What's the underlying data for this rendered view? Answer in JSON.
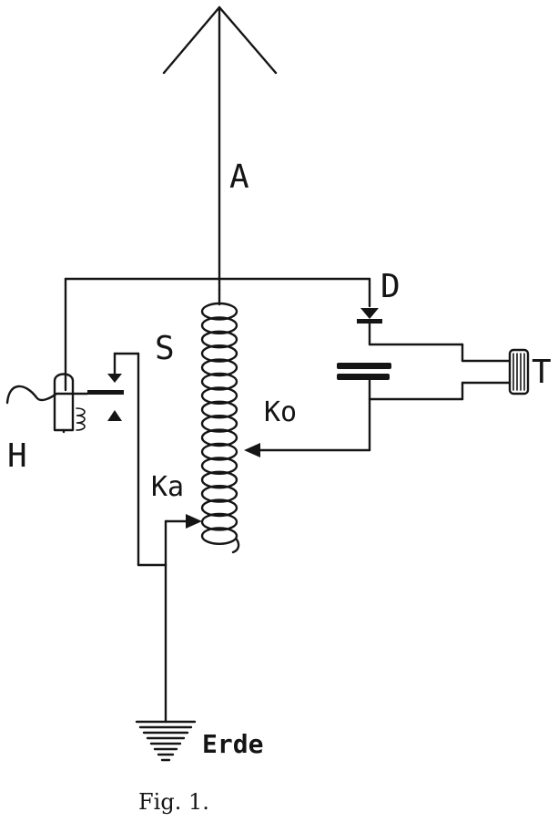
{
  "labels": {
    "antenna": "A",
    "detector": "D",
    "switch": "S",
    "telephone": "T",
    "coupling_o": "Ko",
    "coupling_a": "Ka",
    "handset": "H",
    "earth": "Erde"
  },
  "caption": "Fig. 1."
}
